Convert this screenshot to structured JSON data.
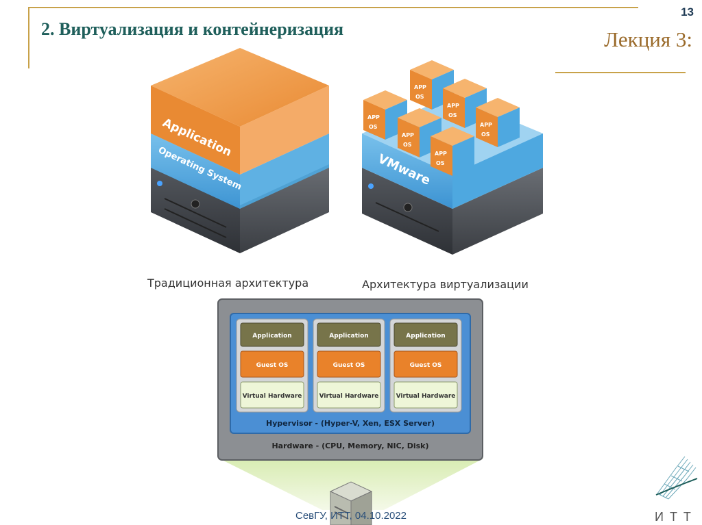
{
  "slide": {
    "title_number": "2.",
    "title_text": "Виртуализация и контейнеризация",
    "lecture": "Лекция 3:",
    "page_number": "13",
    "footer": "СевГУ, ИТТ, 04.10.2022",
    "logo_letters": "ИТТ"
  },
  "traditional": {
    "application_label": "Application",
    "os_label": "Operating System",
    "caption": "Традиционная архитектура"
  },
  "virtualization": {
    "vmware_label": "VMware",
    "app_label": "APP",
    "os_label": "OS",
    "caption": "Архитектура виртуализации"
  },
  "hypervisor_diagram": {
    "vms": [
      {
        "application": "Application",
        "guest_os": "Guest OS",
        "virtual_hardware": "Virtual Hardware"
      },
      {
        "application": "Application",
        "guest_os": "Guest OS",
        "virtual_hardware": "Virtual Hardware"
      },
      {
        "application": "Application",
        "guest_os": "Guest OS",
        "virtual_hardware": "Virtual Hardware"
      }
    ],
    "hypervisor": "Hypervisor - (Hyper-V, Xen, ESX Server)",
    "hardware": "Hardware  - (CPU, Memory, NIC, Disk)"
  },
  "colors": {
    "accent_gold": "#c8a24a",
    "title_teal": "#1f5f5b",
    "orange": "#e9822a",
    "blue": "#3f9ad6",
    "server_dark": "#3a3d42"
  }
}
